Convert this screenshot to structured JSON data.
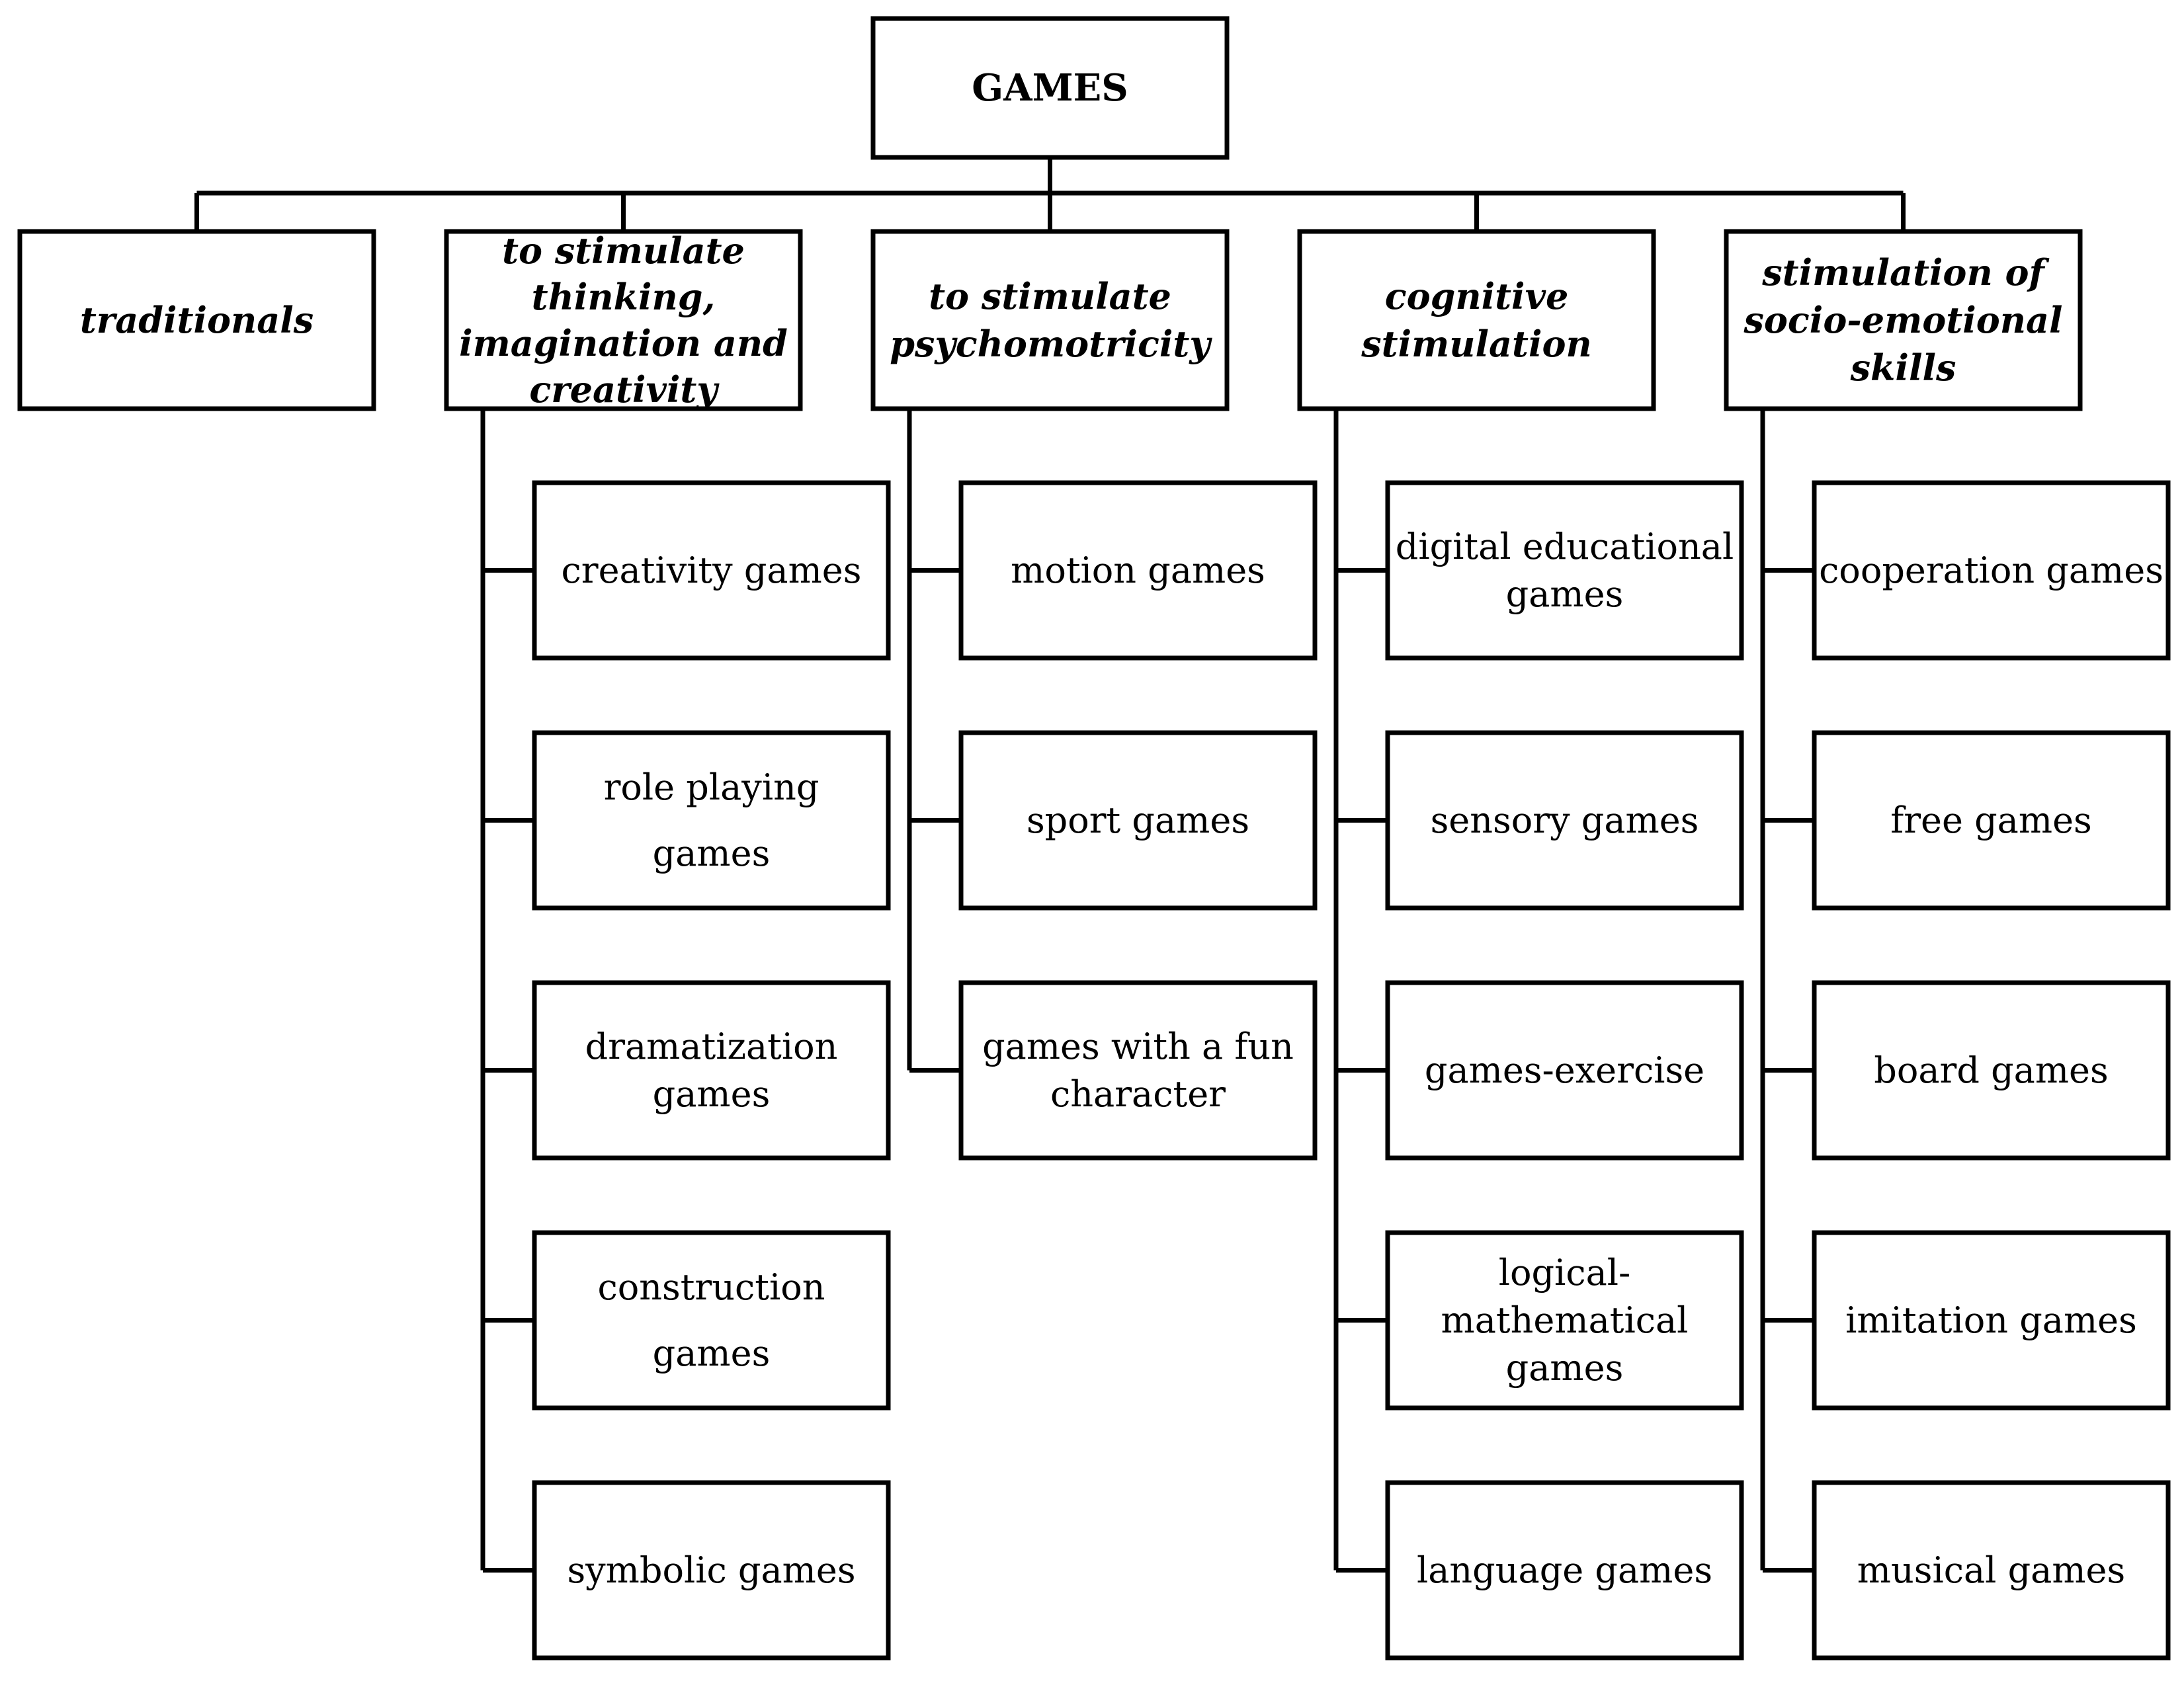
{
  "root": {
    "label": [
      "GAMES"
    ]
  },
  "categories": [
    {
      "label": [
        "traditionals"
      ],
      "children": []
    },
    {
      "label": [
        "to stimulate",
        "thinking,",
        "imagination and",
        "creativity"
      ],
      "children": [
        [
          "creativity games"
        ],
        [
          "role playing",
          "games"
        ],
        [
          "dramatization",
          "games"
        ],
        [
          "construction",
          "games"
        ],
        [
          "symbolic games"
        ]
      ]
    },
    {
      "label": [
        "to stimulate",
        "psychomotricity"
      ],
      "children": [
        [
          "motion games"
        ],
        [
          "sport games"
        ],
        [
          "games with a fun",
          "character"
        ]
      ]
    },
    {
      "label": [
        "cognitive",
        "stimulation"
      ],
      "children": [
        [
          "digital educational",
          "games"
        ],
        [
          "sensory games"
        ],
        [
          "games-exercise"
        ],
        [
          "logical-",
          "mathematical",
          "games"
        ],
        [
          "language games"
        ]
      ]
    },
    {
      "label": [
        "stimulation of",
        "socio-emotional",
        "skills"
      ],
      "children": [
        [
          "cooperation games"
        ],
        [
          "free games"
        ],
        [
          "board games"
        ],
        [
          "imitation games"
        ],
        [
          "musical games"
        ]
      ]
    }
  ]
}
